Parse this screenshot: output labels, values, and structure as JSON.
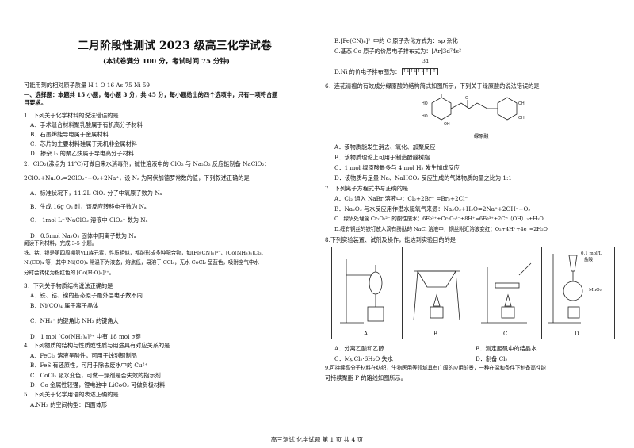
{
  "header": {
    "title": "二月阶段性测试 2023 级高三化学试卷",
    "subtitle": "(本试卷满分 100 分，考试时间 75 分钟)",
    "masses": "可能用到的相对原子质量   H   1          O   16          As   75          Ni   59",
    "section1_a": "一、选择题：本题共 15 小题，每小题 3 分，共 45 分，每小题给出的四个选项中，只有一项符合题",
    "section1_b": "目要求。"
  },
  "left": [
    "1．下列关于化学材料的说法错误的是",
    "A．手术缝合材料聚乳酸属于有机高分子材料",
    "B．石墨烯能导电属于金属材料",
    "C．芯片的主要材料硅属于无机非金属材料",
    "D．掺杂 I₂ 的聚乙炔属于导电高分子材料",
    "2．ClO₂(沸点为 11℃)可做自来水消毒剂，碱性溶液中的 ClO₂ 与 Na₂O₂ 反应能制备 NaClO₂：",
    "2ClO₂+Na₂O₂=2ClO₂⁻+O₂+2Na⁺，设 Nₐ 为阿伏加德罗常数的值，下列叙述正确的是",
    "A．标准状况下，11.2L ClO₂ 分子中氧原子数为 Nₐ",
    "B．生成 16g O₂ 时，该反应转移电子数为 Nₐ",
    "C．   1mol·L⁻¹NaClO₂ 溶液中 ClO₂⁻ 数为 Nₐ",
    "D．0.5mol Na₂O₂ 固体中阴离子数为 Nₐ",
    "阅读下列材料，完成 3-5 小题。",
    "铁、钴、镍是第四周期第Ⅷ族元素，性质相似，都能形成多种配合物，如[Fe(CN)₆]³⁻、[Co(NH₃)₆]Cl₃、",
    "Ni(CO)₄ 等，其中 Ni(CO)₄ 常温下为液态，熔点低，易溶于 CCl₄，无水 CoCl₂ 呈蓝色，吸附空气中水",
    "分时会转化为粉红色的 [Co(H₂O)₆]²⁺。",
    "3．下列关于物质结构说法正确的是",
    "A．铁、钴、镍的基态原子最外层电子数不同",
    "B．Ni(CO)₄ 属于离子晶体",
    "C．NH₄⁺ 的键角比 NH₃ 的键角大",
    "D．1 mol [Co(NH₃)₆]³⁺ 中有 18 mol σ键",
    "4．下列物质的结构与性质或性质与用途具有对应关系的是",
    "A．FeCl₃ 溶液呈酸性，可用于蚀刻铜制品",
    "B．FeS 有还原性，可用于除去废水中的 Cu²⁺",
    "C．CoCl₂ 吸水变色，可做干燥剂是否失效的指示剂",
    "D．Co 金属性较强，锂电池中 LiCoO₂ 可做负极材料",
    "5．下列关于化学用语的表述正确的是",
    "A.NH₃ 的空间构型：四面体形"
  ],
  "right": [
    "B.[Fe(CN)₆]³⁻中的 C 原子杂化方式为：sp 杂化",
    "C.基态 Co 原子的价层电子排布式为：[Ar]3d⁷4s²",
    "3d",
    "D.Ni 的价电子排布图为：",
    "6．连花清瘟的有效成分绿原酸的结构简式如图所示，下列关于绿原酸的说法错误的是",
    "绿原酸",
    "A．该物质能发生消去、氧化、加聚反应",
    "B．该物质理论上可用于制造酚醛树脂",
    "C．1 mol 绿原酸最多与 4 mol H₂ 发生加成反应",
    "D．该物质与足量 Na、NaHCO₃ 反应生成的气体物质的量之比为 1:1",
    "7．下列离子方程式书写正确的是",
    "A．Cl₂ 通入 NaBr 溶液中：Cl₂+2Br⁻ =Br₂+2Cl⁻",
    "B．Na₂O₂ 与水反应用作潜水艇氧气来源：Na₂O₂+H₂O=2Na⁺+2OH⁻+O₂",
    "C．绿矾处理含 Cr₂O₇²⁻ 的酸性废水：6Fe²⁺+Cr₂O₇²⁻+8H⁺=6Fe³⁺+2Cr（OH）₃+H₂O",
    "D.缠有铜丝的铁钉放入滴有酚酞的 NaCl 溶液中，铜丝附近溶液变红：O₂+4H⁺+4e⁻=2H₂O",
    "8.下列实验装置、试剂及操作，能达到实验目的的是",
    "A．分离乙酸和乙醇",
    "B．测定胆矾中的结晶水",
    "C．MgCl₂·6H₂O 失水",
    "D．制备 Cl₂",
    "9.可持续高分子材料在纺织，生物医用等领域具有广阔的应用前景，一种在温和条件下制备高性能",
    "可持续聚酯 P 的路线如图所示。"
  ],
  "figure": {
    "labels": [
      "A",
      "B",
      "C",
      "D"
    ],
    "reagent_top": "0.1 mol/L",
    "reagent_bottom": "盐酸",
    "mno2": "MnO₂"
  },
  "orbital": [
    "↑↓",
    "↑↓",
    "↑↓",
    "↑",
    "↑"
  ],
  "footer": "高三测试 化学试题 第 1 页 共 4 页"
}
